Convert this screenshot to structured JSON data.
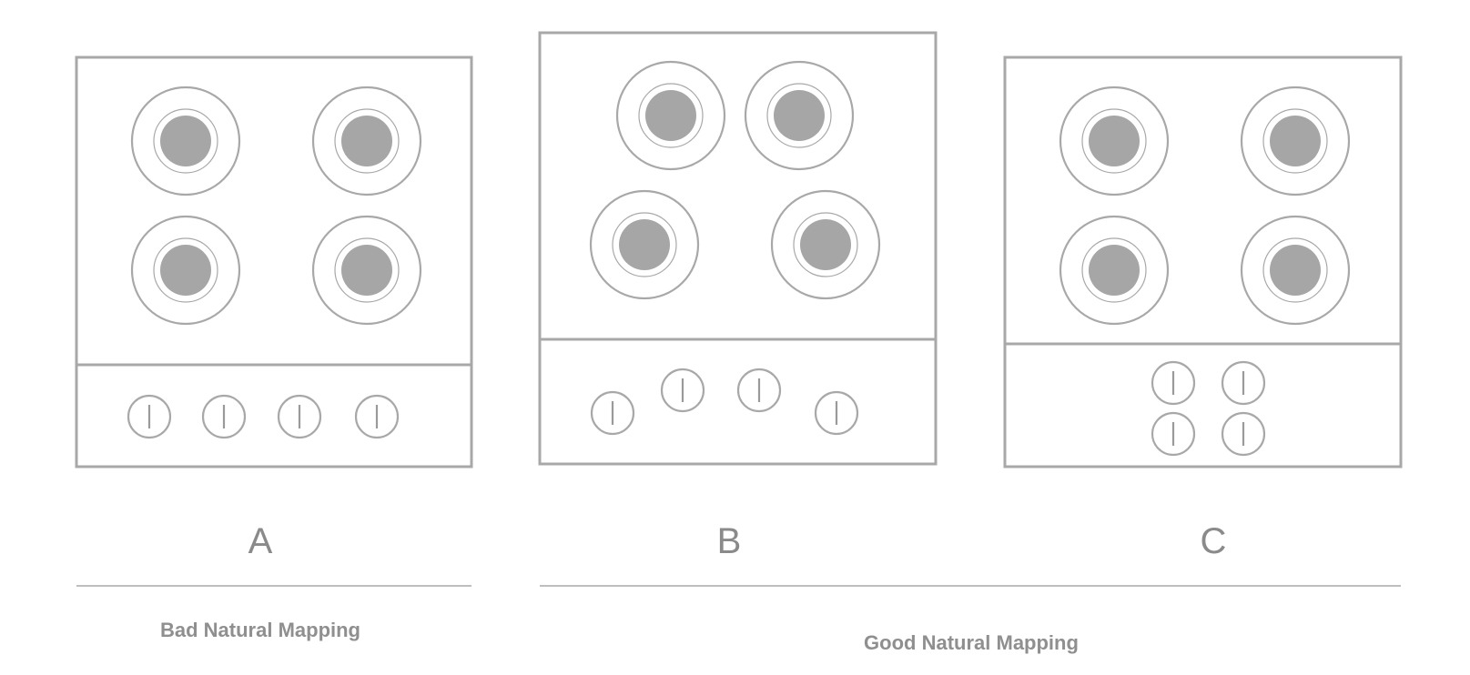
{
  "panels": [
    {
      "letter": "A",
      "layout": "aligned-grid",
      "knob_layout": "single-row"
    },
    {
      "letter": "B",
      "layout": "staggered",
      "knob_layout": "staggered-row"
    },
    {
      "letter": "C",
      "layout": "aligned-grid",
      "knob_layout": "two-by-two"
    }
  ],
  "groups": {
    "bad": "Bad Natural Mapping",
    "good": "Good Natural Mapping"
  },
  "colors": {
    "line": "#a8a8a8",
    "burner_fill": "#a6a6a6",
    "text": "#8a8a8a"
  }
}
